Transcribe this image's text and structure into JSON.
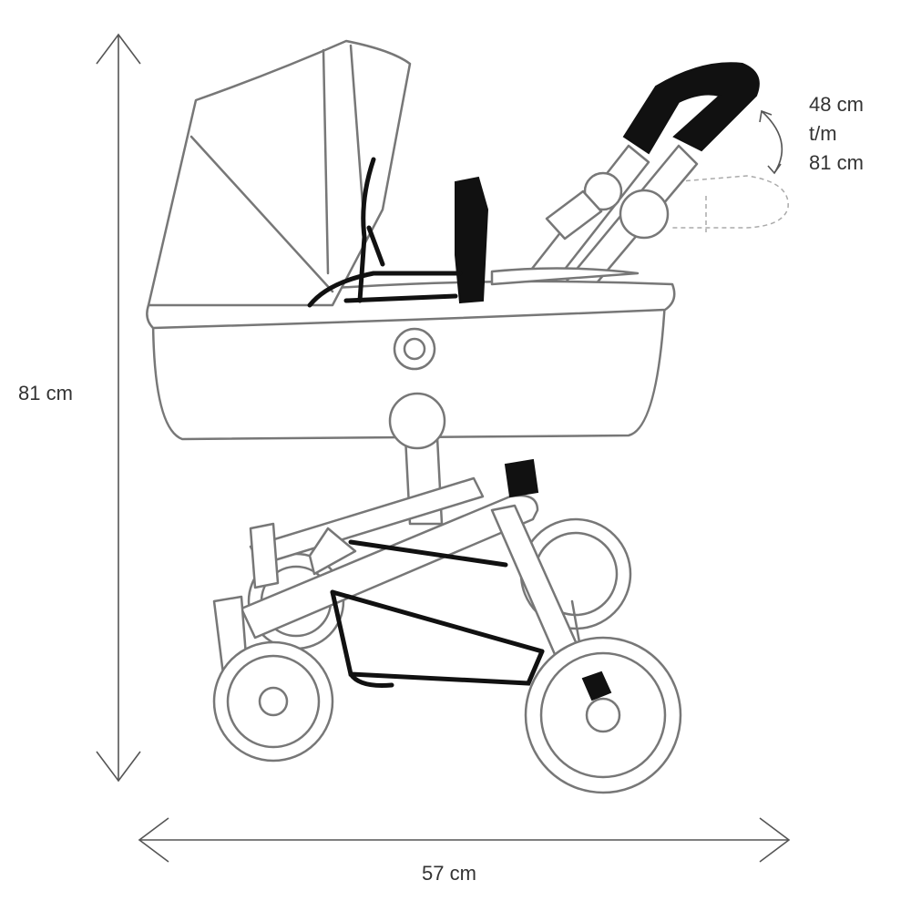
{
  "dimensions": {
    "height_label": "81 cm",
    "width_label": "57 cm",
    "handle_height": {
      "min": "48 cm",
      "separator": "t/m",
      "max": "81 cm"
    }
  },
  "colors": {
    "outline": "#777777",
    "accent": "#111111",
    "text": "#333333"
  }
}
